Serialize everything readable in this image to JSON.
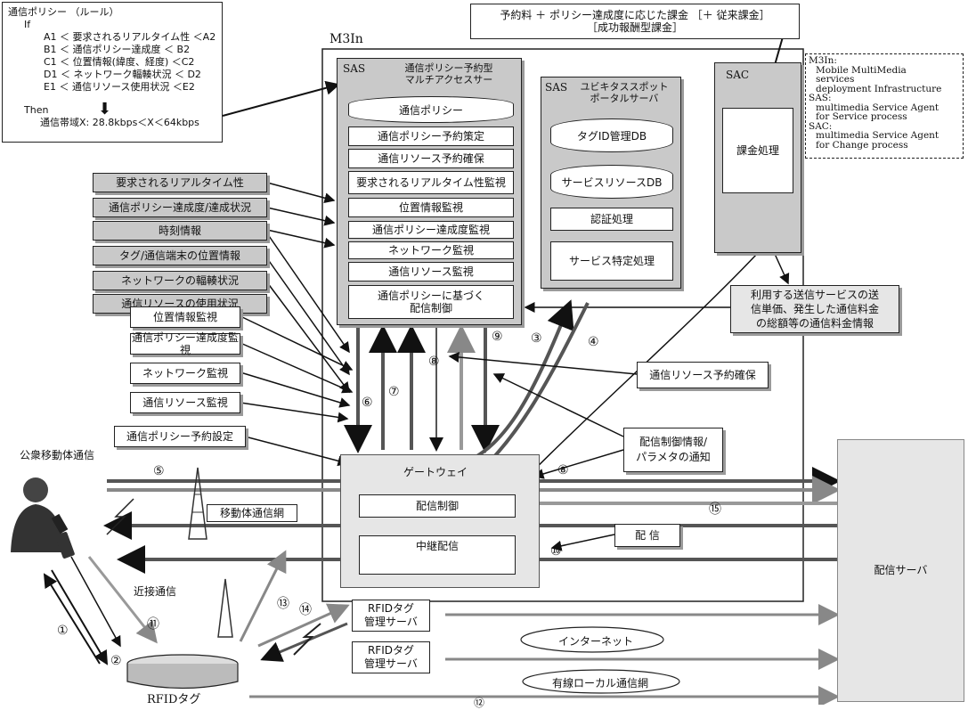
{
  "policy": {
    "title": "通信ポリシー （ルール）",
    "if": "If",
    "rules": [
      "A1 ＜ 要求されるリアルタイム性 ＜A2",
      "B1 ＜ 通信ポリシー達成度 ＜ B2",
      "C1 ＜ 位置情報(緯度、経度) ＜C2",
      "D1 ＜ ネットワーク輻輳状況 ＜ D2",
      "E1 ＜ 通信リソース使用状況 ＜E2"
    ],
    "then": "Then",
    "result": "通信帯域X: 28.8kbps＜X＜64kbps"
  },
  "billing": {
    "line1": "予約料 ＋ ポリシー達成度に応じた課金 ［＋ 従来課金］",
    "line2": "［成功報酬型課金］"
  },
  "m3in_label": "M3In",
  "legend": [
    "M3In:",
    "Mobile MultiMedia",
    "services",
    "deployment Infrastructure",
    "SAS:",
    "multimedia Service Agent",
    "for Service process",
    "SAC:",
    "multimedia Service Agent",
    "for Change process"
  ],
  "sas1": {
    "tag": "SAS",
    "title": "通信ポリシー予約型\nマルチアクセスサー",
    "items": [
      "通信ポリシー",
      "通信ポリシー予約策定",
      "通信リソース予約確保",
      "要求されるリアルタイム性監視",
      "位置情報監視",
      "通信ポリシー達成度監視",
      "ネットワーク監視",
      "通信リソース監視",
      "通信ポリシーに基づく\n配信制御"
    ]
  },
  "sas2": {
    "tag": "SAS",
    "title": "ユビキタススポット\nポータルサーバ",
    "items": [
      "タグID管理DB",
      "サービスリソースDB",
      "認証処理",
      "サービス特定処理"
    ]
  },
  "sac": {
    "tag": "SAC",
    "item": "課金処理"
  },
  "left_gray": [
    "要求されるリアルタイム性",
    "通信ポリシー達成度/達成状況",
    "時刻情報",
    "タグ/通信端末の位置情報",
    "ネットワークの輻輳状況",
    "通信リソースの使用状況"
  ],
  "left_white": [
    "位置情報監視",
    "通信ポリシー達成度監視",
    "ネットワーク監視",
    "通信リソース監視"
  ],
  "policy_setting": "通信ポリシー予約設定",
  "charge_info": "利用する送信サービスの送\n信単価、発生した通信料金\nの総額等の通信料金情報",
  "reserve": "通信リソース予約確保",
  "delivery_info": "配信制御情報/\nパラメタの通知",
  "gateway": {
    "title": "ゲートウェイ",
    "control": "配信制御",
    "relay": "中継配信"
  },
  "delivery_server": "配信サーバ",
  "haishin": "配 信",
  "public_mobile": "公衆移動体通信",
  "mobile_network": "移動体通信網",
  "near_comm": "近接通信",
  "rfid_tag": "RFIDタグ",
  "rfid_server1": "RFIDタグ\n管理サーバ",
  "rfid_server2": "RFIDタグ\n管理サーバ",
  "internet": "インターネット",
  "wired_lan": "有線ローカル通信網",
  "numbers": [
    "①",
    "②",
    "③",
    "④",
    "⑤",
    "⑥",
    "⑦",
    "⑧",
    "⑧",
    "⑨",
    "⑩",
    "⑪",
    "⑫",
    "⑬",
    "⑭",
    "⑮"
  ]
}
